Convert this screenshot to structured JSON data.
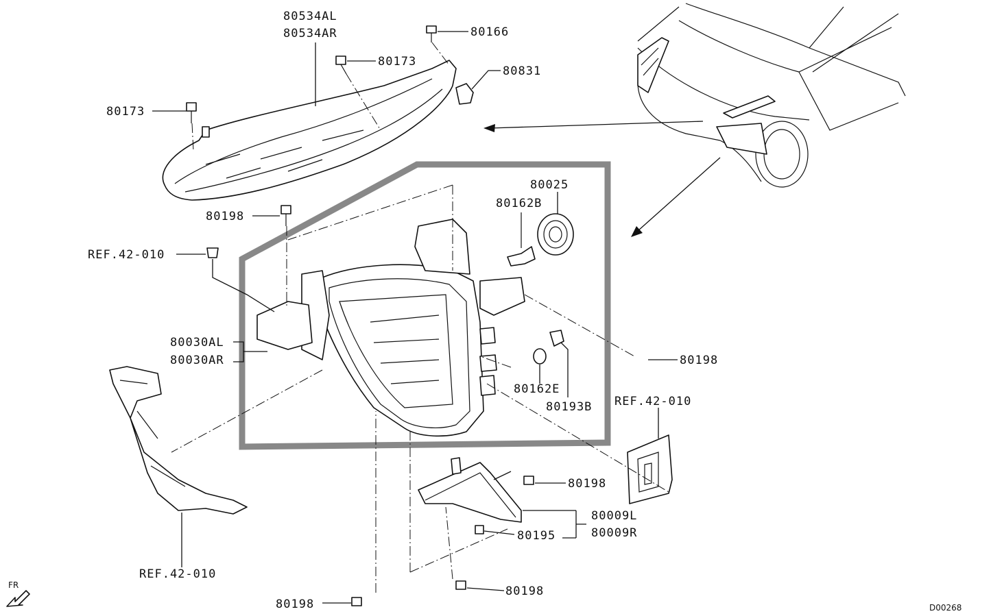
{
  "labels": {
    "p80534AL": "80534AL",
    "p80534AR": "80534AR",
    "p80166": "80166",
    "p80173_top": "80173",
    "p80831": "80831",
    "p80173_left": "80173",
    "p80025": "80025",
    "p80162B": "80162B",
    "p80198_a": "80198",
    "ref_a": "REF.42-010",
    "p80030AL": "80030AL",
    "p80030AR": "80030AR",
    "p80198_right": "80198",
    "ref_right": "REF.42-010",
    "p80162E": "80162E",
    "p80193B": "80193B",
    "p80198_bracket": "80198",
    "p80009L": "80009L",
    "p80009R": "80009R",
    "p80195": "80195",
    "ref_bottom": "REF.42-010",
    "p80198_bottom_mid": "80198",
    "p80198_bottom_left": "80198",
    "fr": "FR",
    "diagram_code": "D00268"
  },
  "colors": {
    "highlight_frame": "#888888",
    "line": "#111111"
  }
}
